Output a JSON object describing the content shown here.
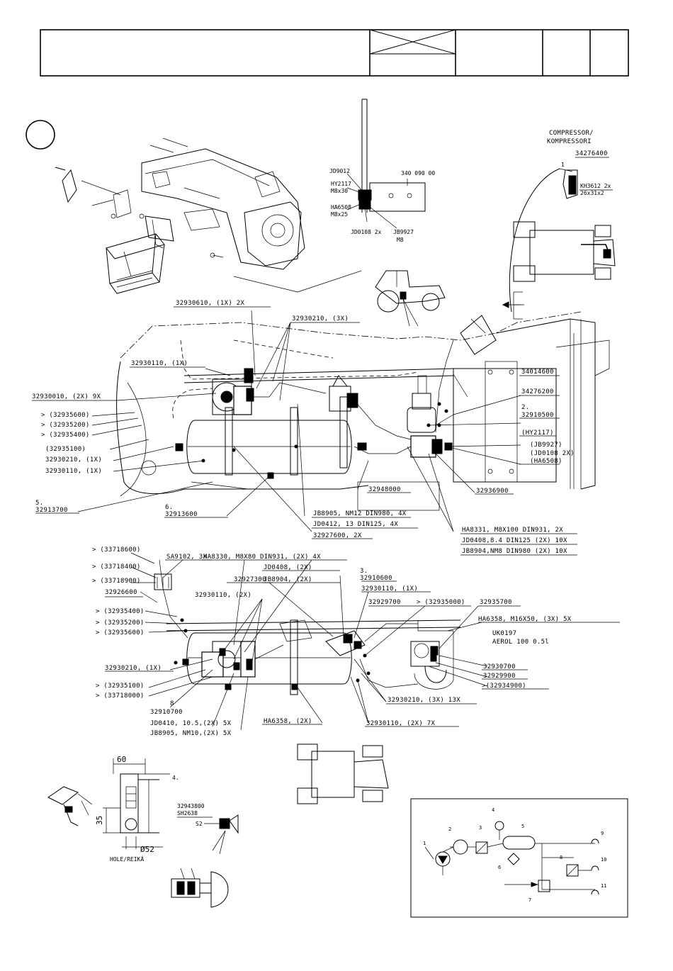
{
  "title_block": {
    "cells": [
      "",
      "",
      "",
      ""
    ]
  },
  "top_left": {
    "detail_circle": ""
  },
  "bracket_detail": {
    "labels": [
      "JD9012",
      "HY2117",
      "M8x30",
      "HA6508",
      "M8x25",
      "JD0108 2x",
      "JB9927",
      "M8",
      "340 090 00"
    ]
  },
  "compressor": {
    "title1": "COMPRESSOR/",
    "title2": "KOMPRESSORI",
    "part": "34276400",
    "tag": "1",
    "hose1": "KH3612 2x",
    "hose2": "26x31x2"
  },
  "main_view": {
    "labels": [
      "32930610, (1X) 2X",
      "32930210, (3X)",
      "32930110, (1X)",
      "32930010, (2X) 9X",
      "> (32935600)",
      "> (32935200)",
      "> (32935400)",
      "(32935100)",
      "32930210, (1X)",
      "32930110, (1X)",
      "5.",
      "32913700",
      "6.",
      "32913600",
      "34014600",
      "34276200",
      "2.",
      "32910500",
      "(HY2117)",
      "(JB9927)",
      "(JD0108 2X)",
      "(HA6508)",
      "32936900",
      "32948000",
      "JB8905, NM12 DIN980, 4X",
      "JD0412, 13 DIN125, 4X",
      "32927600, 2X",
      "HA8331, M8X100 DIN931, 2X",
      "JD0408,8.4 DIN125 (2X) 10X",
      "JB8904,NM8 DIN980 (2X) 10X"
    ]
  },
  "lower_view": {
    "labels": [
      "SA9102, 3X",
      "> (33718600)",
      "> (33718400)",
      "> (33718900)",
      "32926600",
      "> (32935400)",
      "> (32935200)",
      "> (32935600)",
      "HA8330, M8X80 DIN931, (2X) 4X",
      "JD0408, (2X)",
      "JB8904, (2X)",
      "3.",
      "32910600",
      "32927300",
      "32930110, (2X)",
      "32930110, (1X)",
      "32929700",
      "> (32935000)",
      "32935700",
      "HA6358, M16X50, (3X) 5X",
      "UK0197",
      "AEROL 100 0.5l",
      "32930210, (1X)",
      "> (32935100)",
      "> (33718000)",
      "8",
      "32910700",
      "JD0410, 10.5,(2X) 5X",
      "JB8905, NM10,(2X) 5X",
      "HA6358, (2X)",
      "32930210, (3X) 13X",
      "32930110, (2X) 7X",
      "32930700",
      "32929900",
      ">(32934900)"
    ]
  },
  "hole_detail": {
    "dim_width": "60",
    "dim_height": "35",
    "dim_dia": "Ø52",
    "caption": "HOLE/REIKÄ",
    "step": "4."
  },
  "valve_detail": {
    "part": "32943800",
    "code": "SH2638",
    "tag": "S2"
  },
  "schematic": {
    "numbers": [
      "1",
      "2",
      "3",
      "4",
      "5",
      "6",
      "7",
      "8",
      "9",
      "10",
      "11"
    ]
  }
}
